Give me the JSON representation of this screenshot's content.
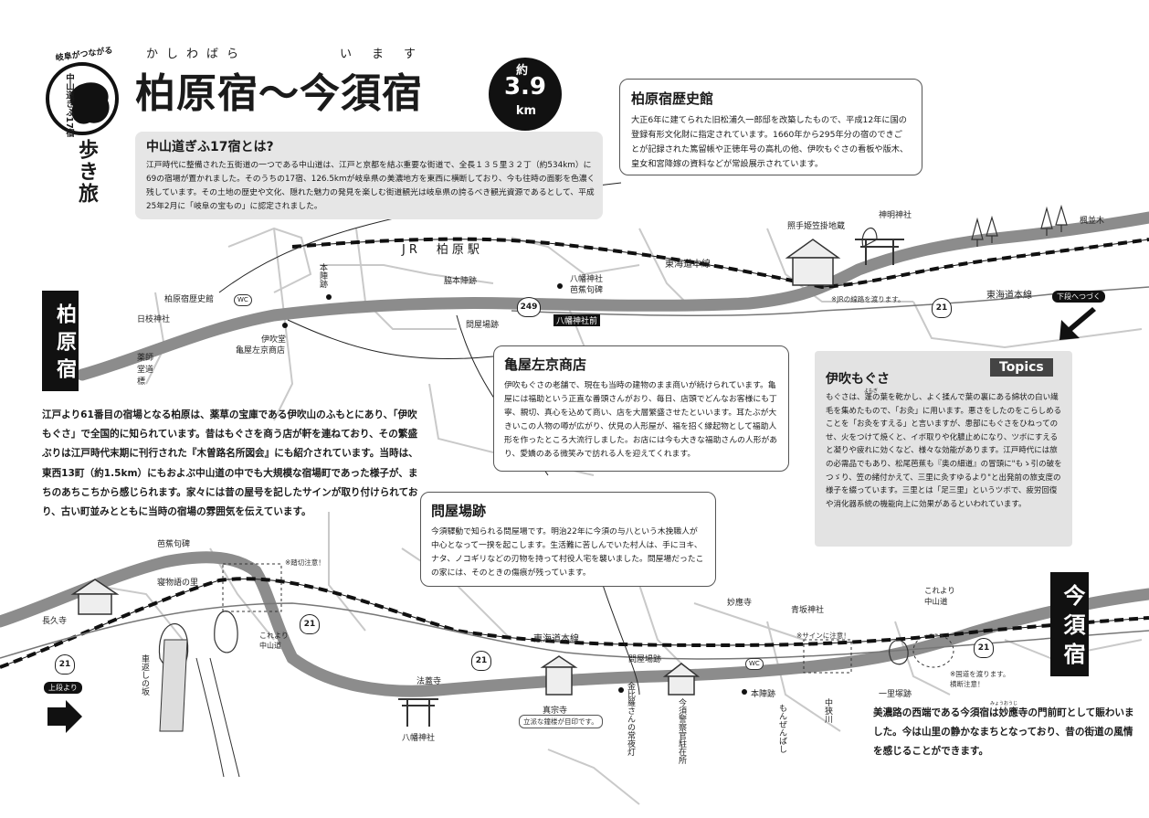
{
  "header": {
    "badge_arc": "岐阜がつながる",
    "badge_center": "中山道ぎふ17宿",
    "subtitle": "歩き旅",
    "title": "柏原宿～今須宿",
    "ruby_kashiwabara": "かしわばら",
    "ruby_imasu": "います",
    "distance_prefix": "約",
    "distance_value": "3.9",
    "distance_unit": "km"
  },
  "intro": {
    "title": "中山道ぎふ17宿とは?",
    "text": "江戸時代に整備された五街道の一つである中山道は、江戸と京都を結ぶ重要な街道で、全長１３５里３２丁（約534km）に69の宿場が置かれました。そのうちの17宿、126.5kmが岐阜県の美濃地方を東西に横断しており、今も往時の面影を色濃く残しています。その土地の歴史や文化、隠れた魅力の発見を楽しむ街道観光は岐阜県の誇るべき観光資源であるとして、平成25年2月に「岐阜の宝もの」に認定されました。"
  },
  "museum": {
    "title": "柏原宿歴史館",
    "text": "大正6年に建てられた旧松浦久一郎邸を改築したもので、平成12年に国の登録有形文化財に指定されています。1660年から295年分の宿のできごとが記録された篤留帳や正徳年号の高札の他、伊吹もぐさの看板や版木、皇女和宮降嫁の資料などが常設展示されています。"
  },
  "kameya": {
    "title": "亀屋左京商店",
    "text": "伊吹もぐさの老舗で、現在も当時の建物のまま商いが続けられています。亀屋には福助という正直な番頭さんがおり、毎日、店頭でどんなお客様にも丁寧、親切、真心を込めて商い、店を大層繁盛させたといいます。耳たぶが大きいこの人物の噂が広がり、伏見の人形屋が、福を招く縁起物として福助人形を作ったところ大流行しました。お店には今も大きな福助さんの人形があり、愛嬌のある微笑みで訪れる人を迎えてくれます。"
  },
  "toiyaba": {
    "title": "問屋場跡",
    "text": "今須驛動で知られる問屋場です。明治22年に今須の与八という木挽職人が中心となって一揆を起こします。生活難に苦しんでいた村人は、手にヨキ、ナタ、ノコギリなどの刃物を持って村役人宅を襲いました。問屋場だったこの家には、そのときの傷痕が残っています。"
  },
  "topics": {
    "badge": "Topics",
    "title": "伊吹もぐさ",
    "text": "もぐさは、蓬の葉を乾かし、よく揉んで葉の裏にある綿状の白い繊毛を集めたもので、「お灸」に用います。悪さをしたのをこらしめることを「お灸をすえる」と言いますが、患部にもぐさをひねってのせ、火をつけて焼くと、イボ取りや化膿止めになり、ツボにすえると凝りや疲れに効くなど、様々な効能があります。江戸時代には旅の必需品でもあり、松尾芭蕉も『奥の細道』の冒頭に\"もゝ引の破をつゞり、笠の緒付かえて、三里に灸すゆるより\"と出発前の旅支度の様子を綴っています。三里とは「足三里」というツボで、疲労回復や消化器系統の機能向上に効果があるといわれています。",
    "ruby_yomogi": "よもぎ"
  },
  "kashiwabara": {
    "vertical_title": "柏原宿",
    "text": "江戸より61番目の宿場となる柏原は、薬草の宝庫である伊吹山のふもとにあり、「伊吹もぐさ」で全国的に知られています。昔はもぐさを商う店が軒を連ねており、その繁盛ぶりは江戸時代末期に刊行された『木曽路名所図会』にも紹介されています。当時は、東西13町（約1.5km）にもおよぶ中山道の中でも大規模な宿場町であった様子が、まちのあちこちから感じられます。家々には昔の屋号を記したサインが取り付けられており、古い町並みとともに当時の宿場の雰囲気を伝えています。"
  },
  "imasu": {
    "vertical_title": "今須宿",
    "text": "美濃路の西端である今須宿は妙應寺の門前町として賑わいました。今は山里の静かなまちとなっており、昔の街道の風情を感じることができます。",
    "ruby_myoooji": "みょうおうじ"
  },
  "nav": {
    "to_lower": "下段へつづく",
    "from_upper": "上段より"
  },
  "map_labels": {
    "jr_station": "JR　柏原駅",
    "tokaido_line_1": "東海道本線",
    "tokaido_line_2": "東海道本線",
    "tokaido_line_3": "東海道本線",
    "route_21": "21",
    "route_249": "249",
    "hachiman_shrine_mae": "八幡神社前",
    "terute_jizo": "照手姫笠掛地蔵",
    "shinmei_shrine": "神明神社",
    "matsunamiki": "楓並木",
    "jr_crossing_note": "※JRの線路を渡ります。",
    "museum_lbl": "柏原宿歴史館",
    "hiyoshi_shrine": "日枝神社",
    "honjin": "本陣跡",
    "wakihonjin": "脇本陣跡",
    "hachiman_shrine_1": "八幡神社",
    "basho_kuhi_1": "芭蕉句碑",
    "toiyaba_lbl_1": "問屋場跡",
    "ibukido": "伊吹堂",
    "kameya_lbl": "亀屋左京商店",
    "yakushido": "薬師堂道標",
    "basho_kuhi_2": "芭蕉句碑",
    "nemonogatari": "寝物語の里",
    "naga_hisa_ji": "長久寺",
    "fumikiri_note": "※踏切注意！",
    "koreyori_nakasendo_1": "これより中山道",
    "kuruma_gaeshi": "車返しの坂",
    "hocyakuji": "法蓋寺",
    "hachiman_shrine_2": "八幡神社",
    "shinshuji": "真宗寺",
    "shinshuji_note": "立派な鐘楼が目印です。",
    "konpira": "金比羅さんの常夜灯",
    "toiyaba_lbl_2": "問屋場跡",
    "imasu_chuzaisho": "今須警察官駐在所",
    "myoooji": "妙應寺",
    "aosaka_shrine": "青坂神社",
    "sign_note": "※サインに注意！",
    "honjin_2": "本陣跡",
    "monzenbashi": "もんぜんばし",
    "nakasugawa": "中狭川",
    "koreyori_nakasendo_2": "これより中山道",
    "ichirizuka": "一里塚跡",
    "kokudo_note": "※国道を渡ります。横断注意！",
    "wc": "WC"
  }
}
